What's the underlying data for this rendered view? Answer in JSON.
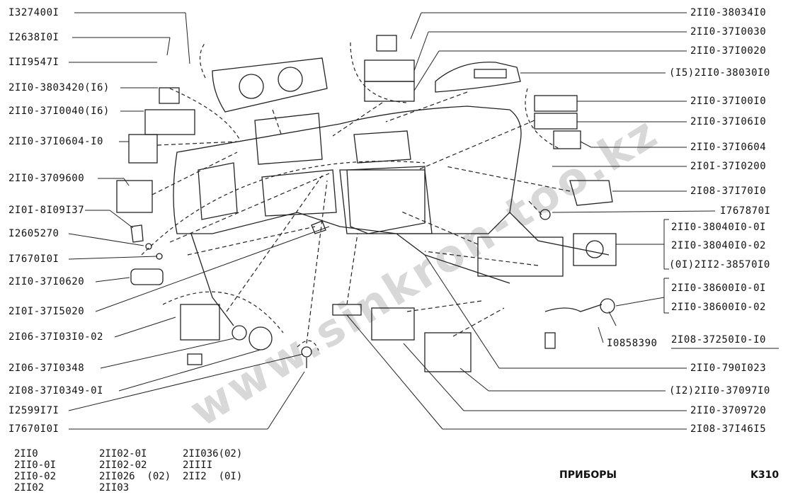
{
  "watermark": "www.sinkron-too.kz",
  "page_title": "ПРИБОРЫ",
  "page_code": "K310",
  "left_labels": [
    "I327400I",
    "I2638I0I",
    "III9547I",
    "2II0-3803420(I6)",
    "2II0-37I0040(I6)",
    "2II0-37I0604-I0",
    "2II0-3709600",
    "2I0I-8I09I37",
    "I2605270",
    "I7670I0I",
    "2II0-37I0620",
    "2I0I-37I5020",
    "2I06-37I03I0-02",
    "2I06-37I0348",
    "2I08-37I0349-0I",
    "I2599I7I",
    "I7670I0I"
  ],
  "right_labels": [
    "2II0-38034I0",
    "2II0-37I0030",
    "2II0-37I0020",
    "(I5)2II0-38030I0",
    "2II0-37I00I0",
    "2II0-37I06I0",
    "2II0-37I0604",
    "2I0I-37I0200",
    "2I08-37I70I0",
    "I767870I",
    "2II0-38040I0-0I",
    "2II0-38040I0-02",
    "(0I)2II2-38570I0",
    "2II0-38600I0-0I",
    "2II0-38600I0-02",
    "I0858390",
    "2I08-37250I0-I0",
    "2II0-790I023",
    "(I2)2II0-37097I0",
    "2II0-3709720",
    "2I08-37I46I5"
  ],
  "model_codes": {
    "col1": [
      "2II0",
      "2II0-0I",
      "2II0-02",
      "2II02"
    ],
    "col2": [
      "2II02-0I",
      "2II02-02",
      "2II026  (02)",
      "2II03"
    ],
    "col3": [
      "2II036(02)",
      "2IIII",
      "2II2  (0I)"
    ]
  }
}
